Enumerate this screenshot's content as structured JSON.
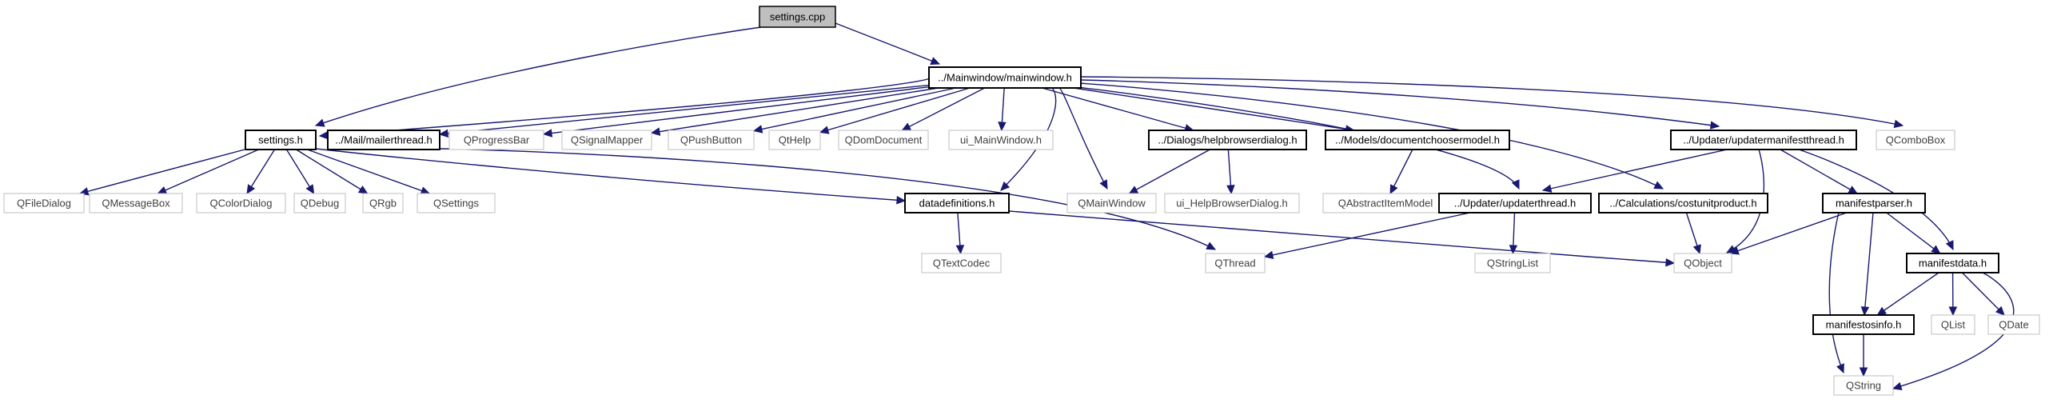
{
  "graph": {
    "nodes": [
      {
        "id": "settings_cpp",
        "label": "settings.cpp",
        "kind": "root"
      },
      {
        "id": "mainwindow_h",
        "label": "../Mainwindow/mainwindow.h",
        "kind": "internal"
      },
      {
        "id": "settings_h",
        "label": "settings.h",
        "kind": "internal"
      },
      {
        "id": "mailerthread_h",
        "label": "../Mail/mailerthread.h",
        "kind": "internal"
      },
      {
        "id": "QProgressBar",
        "label": "QProgressBar",
        "kind": "external"
      },
      {
        "id": "QSignalMapper",
        "label": "QSignalMapper",
        "kind": "external"
      },
      {
        "id": "QPushButton",
        "label": "QPushButton",
        "kind": "external"
      },
      {
        "id": "QtHelp",
        "label": "QtHelp",
        "kind": "external"
      },
      {
        "id": "QDomDocument",
        "label": "QDomDocument",
        "kind": "external"
      },
      {
        "id": "ui_MainWindow_h",
        "label": "ui_MainWindow.h",
        "kind": "external"
      },
      {
        "id": "helpbrowserdialog_h",
        "label": "../Dialogs/helpbrowserdialog.h",
        "kind": "internal"
      },
      {
        "id": "documentchoosermodel_h",
        "label": "../Models/documentchoosermodel.h",
        "kind": "internal"
      },
      {
        "id": "updatermanifestthread_h",
        "label": "../Updater/updatermanifestthread.h",
        "kind": "internal"
      },
      {
        "id": "QComboBox",
        "label": "QComboBox",
        "kind": "external"
      },
      {
        "id": "QFileDialog",
        "label": "QFileDialog",
        "kind": "external"
      },
      {
        "id": "QMessageBox",
        "label": "QMessageBox",
        "kind": "external"
      },
      {
        "id": "QColorDialog",
        "label": "QColorDialog",
        "kind": "external"
      },
      {
        "id": "QDebug",
        "label": "QDebug",
        "kind": "external"
      },
      {
        "id": "QRgb",
        "label": "QRgb",
        "kind": "external"
      },
      {
        "id": "QSettings",
        "label": "QSettings",
        "kind": "external"
      },
      {
        "id": "datadefinitions_h",
        "label": "datadefinitions.h",
        "kind": "internal"
      },
      {
        "id": "QMainWindow",
        "label": "QMainWindow",
        "kind": "external"
      },
      {
        "id": "ui_HelpBrowserDialog_h",
        "label": "ui_HelpBrowserDialog.h",
        "kind": "external"
      },
      {
        "id": "QAbstractItemModel",
        "label": "QAbstractItemModel",
        "kind": "external"
      },
      {
        "id": "updaterthread_h",
        "label": "../Updater/updaterthread.h",
        "kind": "internal"
      },
      {
        "id": "costunitproduct_h",
        "label": "../Calculations/costunitproduct.h",
        "kind": "internal"
      },
      {
        "id": "manifestparser_h",
        "label": "manifestparser.h",
        "kind": "internal"
      },
      {
        "id": "QTextCodec",
        "label": "QTextCodec",
        "kind": "external"
      },
      {
        "id": "QThread",
        "label": "QThread",
        "kind": "external"
      },
      {
        "id": "QStringList",
        "label": "QStringList",
        "kind": "external"
      },
      {
        "id": "QObject",
        "label": "QObject",
        "kind": "external"
      },
      {
        "id": "manifestdata_h",
        "label": "manifestdata.h",
        "kind": "internal"
      },
      {
        "id": "manifestosinfo_h",
        "label": "manifestosinfo.h",
        "kind": "internal"
      },
      {
        "id": "QList",
        "label": "QList",
        "kind": "external"
      },
      {
        "id": "QDate",
        "label": "QDate",
        "kind": "external"
      },
      {
        "id": "QString",
        "label": "QString",
        "kind": "external"
      }
    ],
    "edges": [
      {
        "from": "settings_cpp",
        "to": "mainwindow_h"
      },
      {
        "from": "settings_cpp",
        "to": "settings_h"
      },
      {
        "from": "mainwindow_h",
        "to": "settings_h"
      },
      {
        "from": "mainwindow_h",
        "to": "mailerthread_h"
      },
      {
        "from": "mainwindow_h",
        "to": "QProgressBar"
      },
      {
        "from": "mainwindow_h",
        "to": "QSignalMapper"
      },
      {
        "from": "mainwindow_h",
        "to": "QPushButton"
      },
      {
        "from": "mainwindow_h",
        "to": "QtHelp"
      },
      {
        "from": "mainwindow_h",
        "to": "QDomDocument"
      },
      {
        "from": "mainwindow_h",
        "to": "ui_MainWindow_h"
      },
      {
        "from": "mainwindow_h",
        "to": "datadefinitions_h"
      },
      {
        "from": "mainwindow_h",
        "to": "QMainWindow"
      },
      {
        "from": "mainwindow_h",
        "to": "helpbrowserdialog_h"
      },
      {
        "from": "mainwindow_h",
        "to": "documentchoosermodel_h"
      },
      {
        "from": "mainwindow_h",
        "to": "updaterthread_h"
      },
      {
        "from": "mainwindow_h",
        "to": "costunitproduct_h"
      },
      {
        "from": "mainwindow_h",
        "to": "updatermanifestthread_h"
      },
      {
        "from": "mainwindow_h",
        "to": "QComboBox"
      },
      {
        "from": "settings_h",
        "to": "QFileDialog"
      },
      {
        "from": "settings_h",
        "to": "QMessageBox"
      },
      {
        "from": "settings_h",
        "to": "QColorDialog"
      },
      {
        "from": "settings_h",
        "to": "QDebug"
      },
      {
        "from": "settings_h",
        "to": "QRgb"
      },
      {
        "from": "settings_h",
        "to": "QSettings"
      },
      {
        "from": "settings_h",
        "to": "datadefinitions_h"
      },
      {
        "from": "mailerthread_h",
        "to": "QThread"
      },
      {
        "from": "helpbrowserdialog_h",
        "to": "QMainWindow"
      },
      {
        "from": "helpbrowserdialog_h",
        "to": "ui_HelpBrowserDialog_h"
      },
      {
        "from": "documentchoosermodel_h",
        "to": "QAbstractItemModel"
      },
      {
        "from": "updatermanifestthread_h",
        "to": "updaterthread_h"
      },
      {
        "from": "updatermanifestthread_h",
        "to": "manifestparser_h"
      },
      {
        "from": "updatermanifestthread_h",
        "to": "manifestdata_h"
      },
      {
        "from": "updatermanifestthread_h",
        "to": "QObject"
      },
      {
        "from": "datadefinitions_h",
        "to": "QTextCodec"
      },
      {
        "from": "datadefinitions_h",
        "to": "QObject"
      },
      {
        "from": "updaterthread_h",
        "to": "QThread"
      },
      {
        "from": "updaterthread_h",
        "to": "QStringList"
      },
      {
        "from": "costunitproduct_h",
        "to": "QObject"
      },
      {
        "from": "manifestparser_h",
        "to": "QObject"
      },
      {
        "from": "manifestparser_h",
        "to": "manifestdata_h"
      },
      {
        "from": "manifestparser_h",
        "to": "manifestosinfo_h"
      },
      {
        "from": "manifestparser_h",
        "to": "QString"
      },
      {
        "from": "manifestdata_h",
        "to": "manifestosinfo_h"
      },
      {
        "from": "manifestdata_h",
        "to": "QList"
      },
      {
        "from": "manifestdata_h",
        "to": "QDate"
      },
      {
        "from": "manifestdata_h",
        "to": "QString"
      },
      {
        "from": "manifestosinfo_h",
        "to": "QString"
      }
    ]
  }
}
